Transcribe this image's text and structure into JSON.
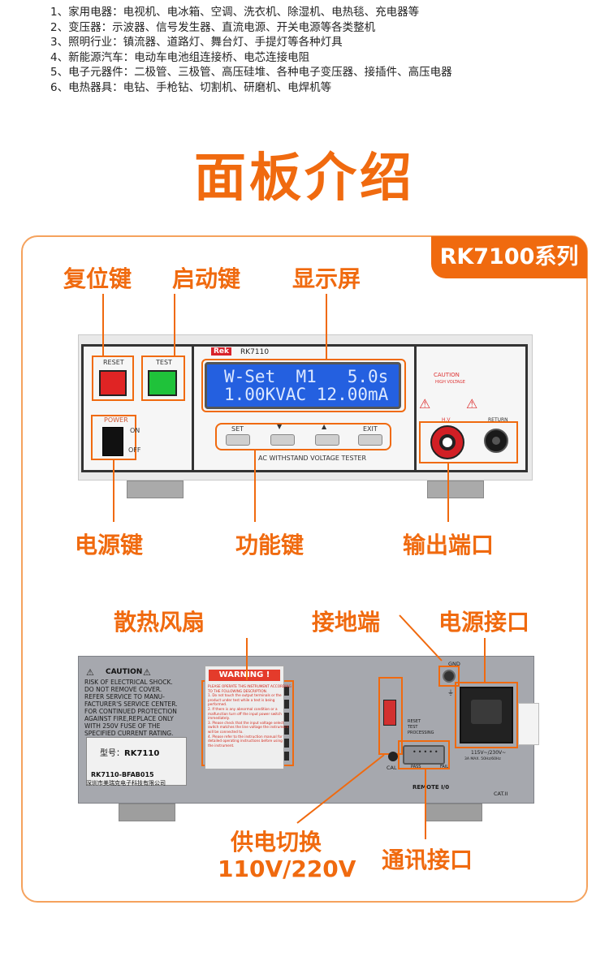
{
  "applications": [
    "1、家用电器：电视机、电冰箱、空调、洗衣机、除湿机、电热毯、充电器等",
    "2、变压器：示波器、信号发生器、直流电源、开关电源等各类整机",
    "3、照明行业：镇流器、道路灯、舞台灯、手提灯等各种灯具",
    "4、新能源汽车：电动车电池组连接桥、电芯连接电阻",
    "5、电子元器件：二极管、三极管、高压硅堆、各种电子变压器、接插件、高压电器",
    "6、电热器具：电钻、手枪钻、切割机、研磨机、电焊机等"
  ],
  "section_title": "面板介绍",
  "series_tag": "RK7100系列",
  "callouts": {
    "reset_key": "复位键",
    "start_key": "启动键",
    "display": "显示屏",
    "power_key": "电源键",
    "function_keys": "功能键",
    "output_port": "输出端口",
    "cooling_fan": "散热风扇",
    "ground_terminal": "接地端",
    "power_socket": "电源接口",
    "voltage_switch_line1": "供电切换",
    "voltage_switch_line2": "110V/220V",
    "comm_port": "通讯接口"
  },
  "front_panel": {
    "brand": "Rek",
    "model": "RK7110",
    "reset_label": "RESET",
    "test_label": "TEST",
    "power_label": "POWER",
    "on_label": "ON",
    "off_label": "OFF",
    "lcd_line1": "W-Set  M1   5.0s",
    "lcd_line2": "1.00KVAC 12.00mA",
    "key_set": "SET",
    "key_exit": "EXIT",
    "tester_name": "AC WITHSTAND VOLTAGE TESTER",
    "caution": "CAUTION",
    "high_voltage": "HIGH VOLTAGE",
    "hv_label": "H.V",
    "return_label": "RETURN",
    "colors": {
      "reset": "#e02424",
      "test": "#1fc23a",
      "lcd": "#2460e0",
      "accent": "#f06a0f"
    }
  },
  "rear_panel": {
    "caution": "CAUTION",
    "caution_text": "RISK OF ELECTRICAL SHOCK.\nDO NOT REMOVE COVER.\nREFER SERVICE TO MANU-\nFACTURER'S SERVICE CENTER.\nFOR CONTINUED PROTECTION\nAGAINST FIRE,REPLACE ONLY\nWITH 250V FUSE OF THE\nSPECIFIED CURRENT RATING.",
    "warning_title": "WARNING !",
    "warning_text": "PLEASE OPERATE THIS INSTRUMENT ACCORDING\nTO THE FOLLOWING DESCRIPTION.\n1. Do not touch the output terminals or the\nproduct under test while a test is being\nperformed.\n2. If there is any abnormal condition or a\nmalfunction turn off the input power switch\nimmediately.\n3. Please check that the input voltage select\nswitch matches the line voltage the instrument\nwill be connected to.\n4. Please refer to the instruction manual for\ndetailed operating instructions before using\nthe instrument.",
    "model_label": "型号：",
    "model_value": "RK7110",
    "part_code": "RK7110-BFAB015",
    "manufacturer": "深圳市美瑞克电子科技有限公司",
    "gnd_label": "GND",
    "cal_label": "CAL",
    "reset_test_processing": "RESET\nTEST\nPROCESSING",
    "pass_label": "PASS",
    "fail_label": "FAIL",
    "remote_label": "REMOTE I/0",
    "voltage_rating": "115V~/230V~",
    "current_rating": "3A MAX.  50Hz/60Hz",
    "cat_label": "CAT.II"
  }
}
